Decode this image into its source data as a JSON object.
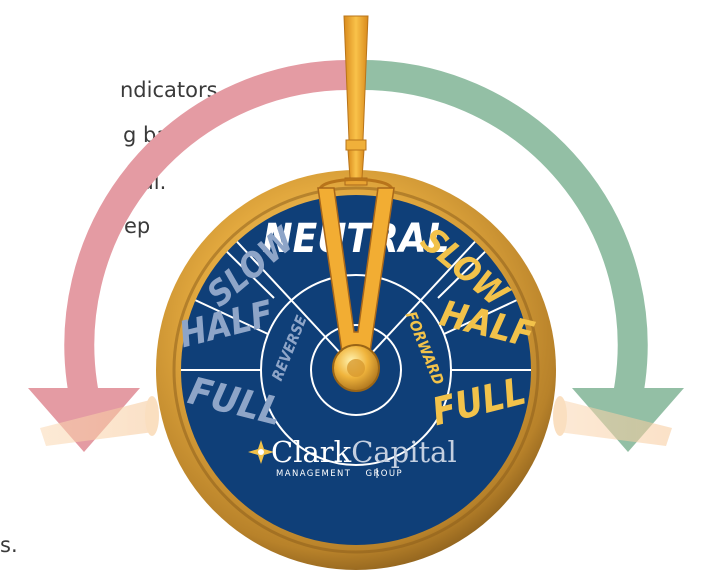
{
  "text_fragments": [
    {
      "id": "line1",
      "text": "ndicators,"
    },
    {
      "id": "line2",
      "text": "g basis"
    },
    {
      "id": "line3",
      "text": "tral."
    },
    {
      "id": "line4",
      "text": "ep"
    },
    {
      "id": "line5",
      "text": "s."
    }
  ],
  "telegraph": {
    "center_label": "NEUTRAL",
    "reverse_label": "REVERSE",
    "forward_label": "FORWARD",
    "left_labels": [
      "SLOW",
      "HALF",
      "FULL"
    ],
    "right_labels": [
      "SLOW",
      "HALF",
      "FULL"
    ]
  },
  "logo": {
    "name_part1": "Clark",
    "name_part2": "Capital",
    "tagline_part1": "MANAGEMENT",
    "tagline_part2": "GROUP"
  },
  "arrows": {
    "left_color": "#e49ba3",
    "right_color": "#93bfa5"
  },
  "colors": {
    "dial_blue": "#0f3f78",
    "rim_gold": "#e1a53a",
    "left_label_color": "#8ea5c8",
    "right_label_color": "#f2c24a",
    "handle_orange": "#f3a52a"
  }
}
